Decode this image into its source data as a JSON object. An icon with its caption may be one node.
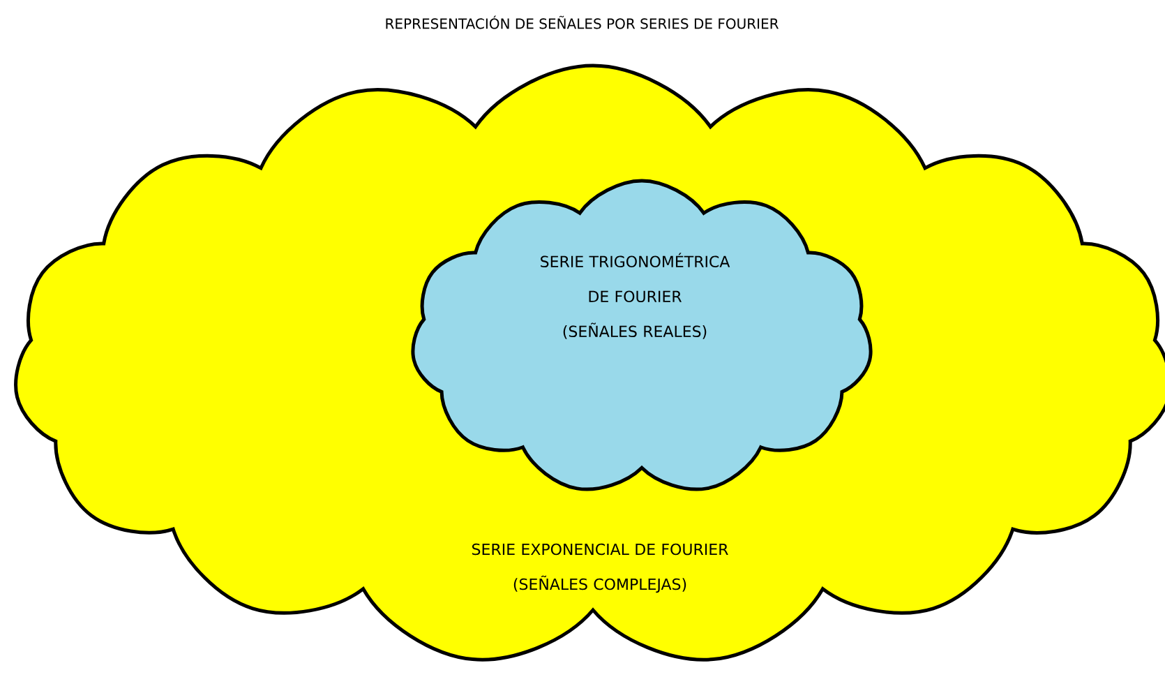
{
  "diagram": {
    "title": "REPRESENTACIÓN DE SEÑALES POR SERIES DE FOURIER",
    "nodes": [
      {
        "text": [
          "SERIE EXPONENCIAL DE FOURIER",
          "(SEÑALES COMPLEJAS)"
        ]
      },
      {
        "text": [
          "SERIE TRIGONOMÉTRICA DE FOURIER",
          "(SEÑALES REALES)"
        ],
        "in": 0
      }
    ]
  }
}
